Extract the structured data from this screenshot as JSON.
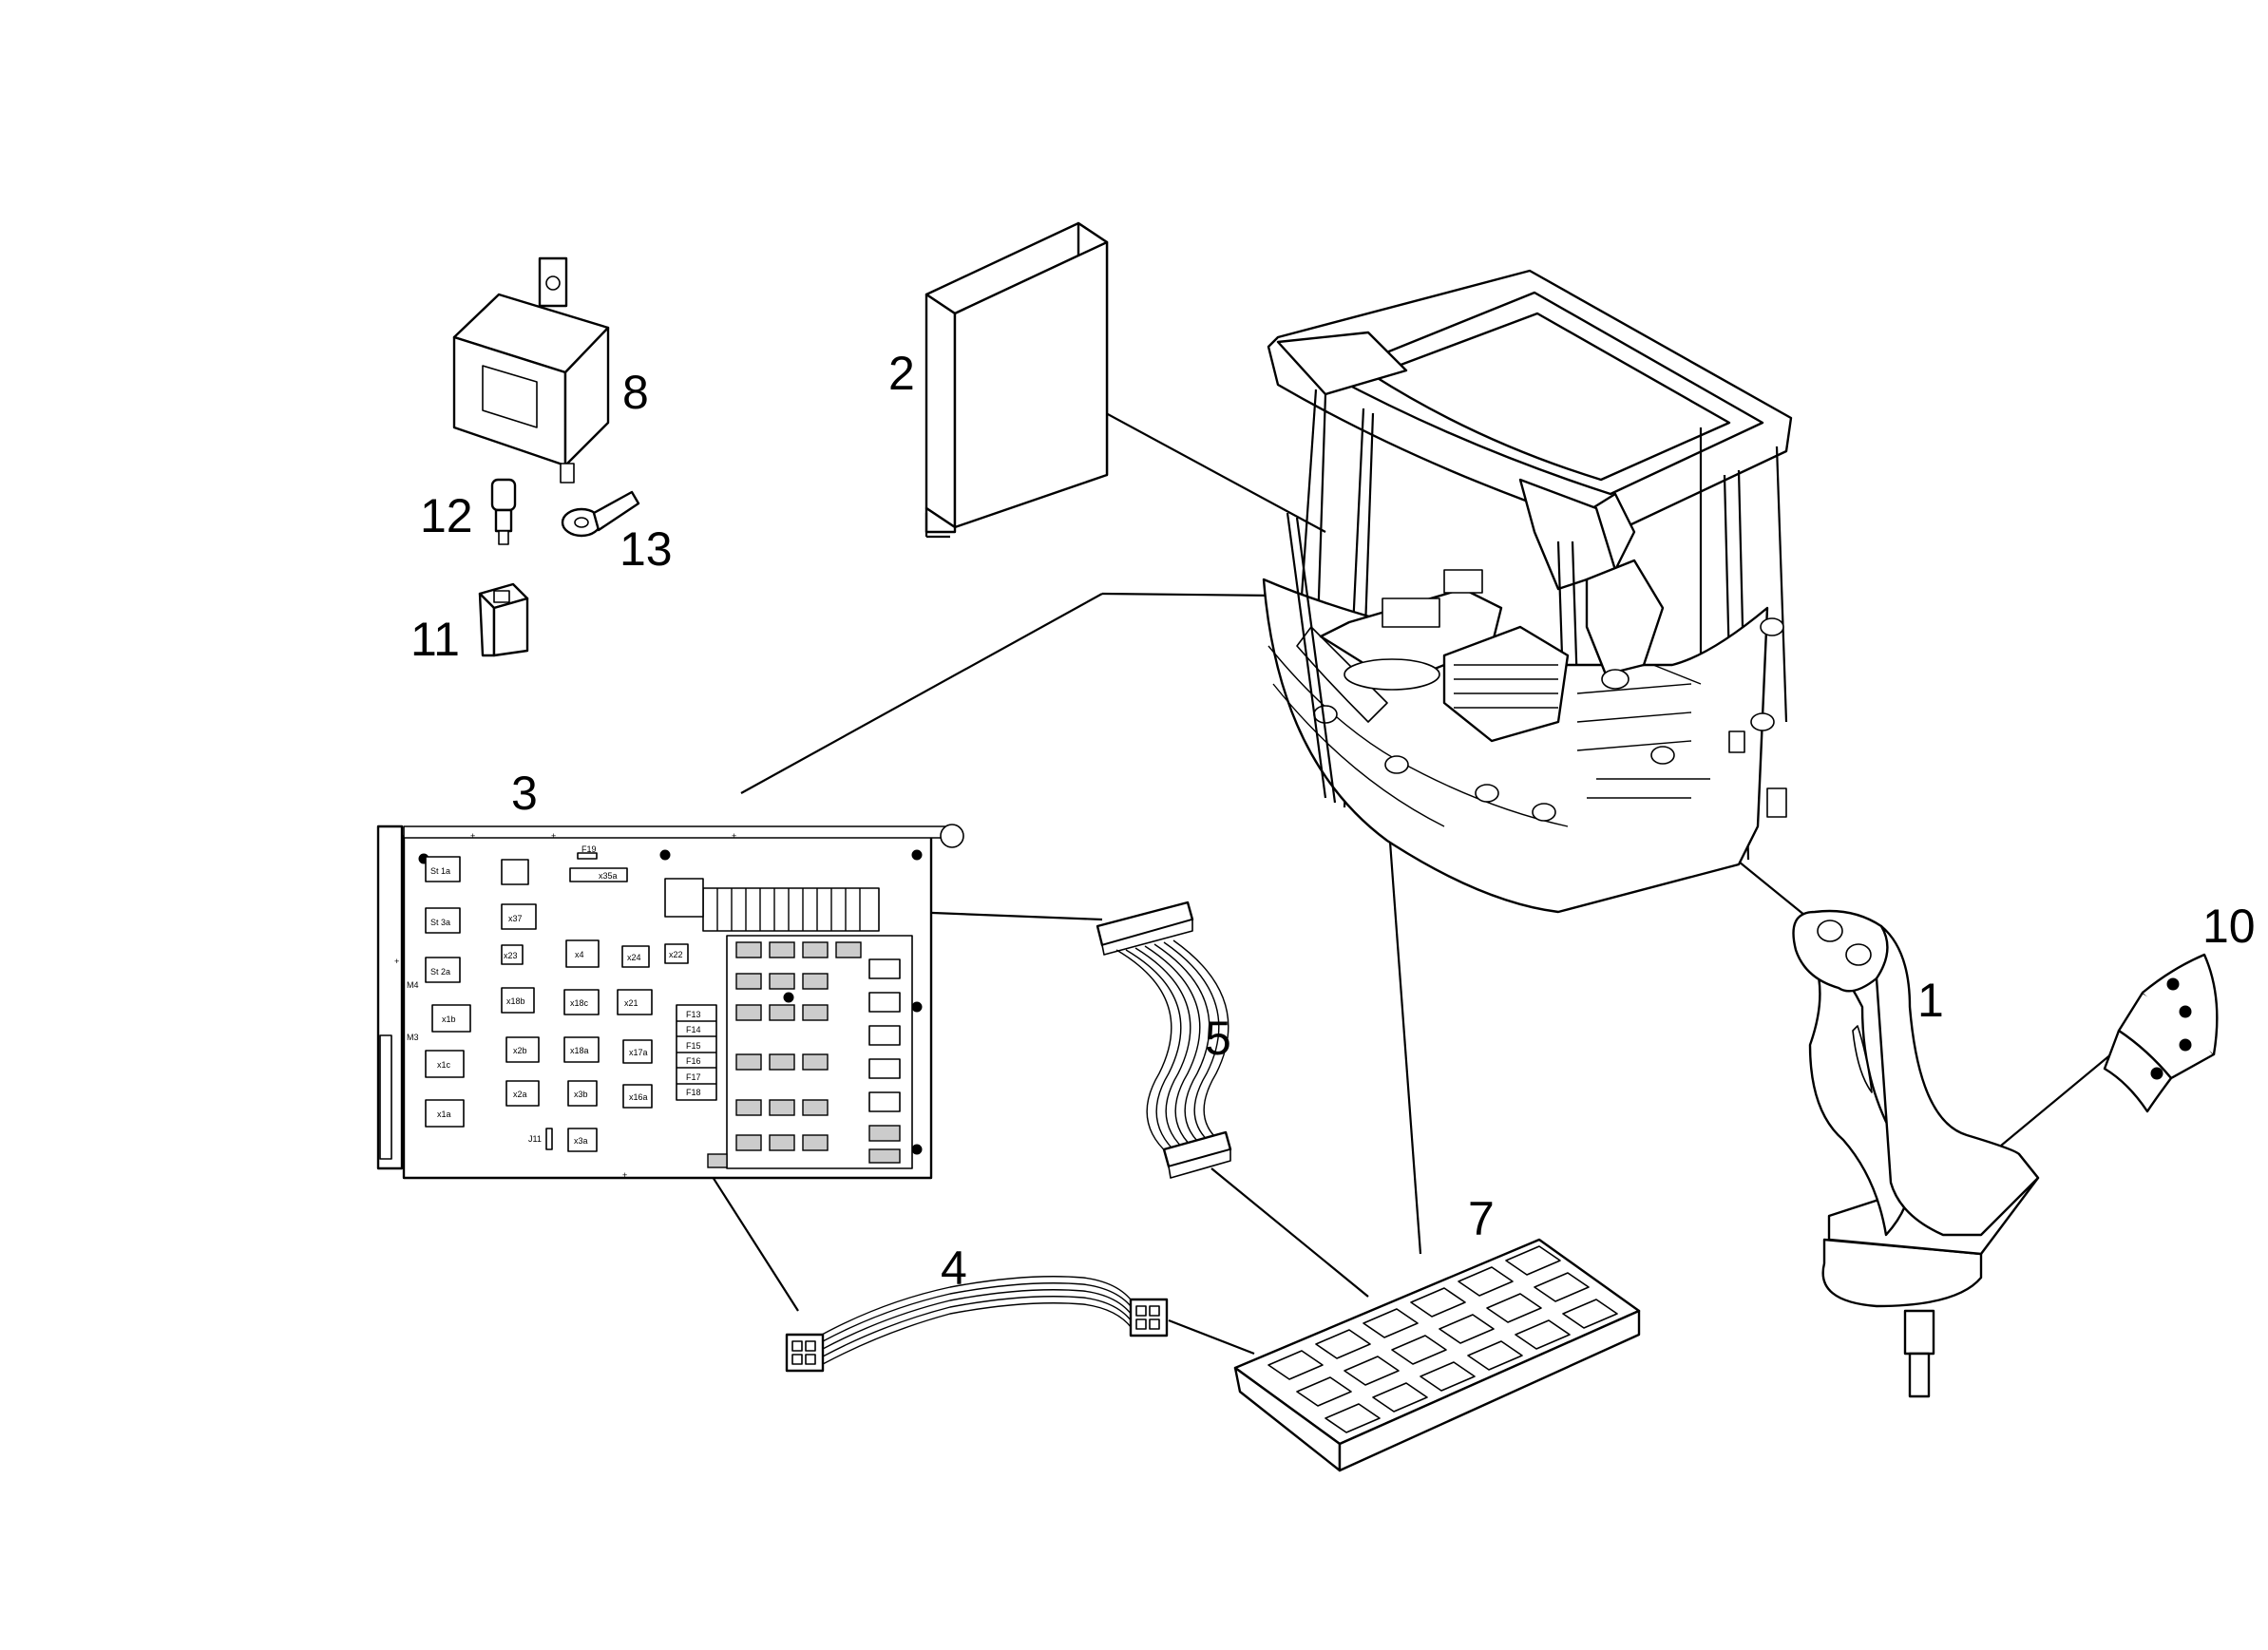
{
  "callouts": [
    {
      "id": "1",
      "label": "1"
    },
    {
      "id": "2",
      "label": "2"
    },
    {
      "id": "3",
      "label": "3"
    },
    {
      "id": "4",
      "label": "4"
    },
    {
      "id": "5",
      "label": "5"
    },
    {
      "id": "7",
      "label": "7"
    },
    {
      "id": "8",
      "label": "8"
    },
    {
      "id": "10",
      "label": "10"
    },
    {
      "id": "11",
      "label": "11"
    },
    {
      "id": "12",
      "label": "12"
    },
    {
      "id": "13",
      "label": "13"
    }
  ],
  "pcb_labels": {
    "st1a": "St 1a",
    "st3a": "St 3a",
    "st2a": "St 2a",
    "x1b": "x1b",
    "x1c": "x1c",
    "x1a": "x1a",
    "x37": "x37",
    "x23": "x23",
    "x18b": "x18b",
    "x2b": "x2b",
    "x2a": "x2a",
    "x4": "x4",
    "x18c": "x18c",
    "x18a": "x18a",
    "x3b": "x3b",
    "x3a": "x3a",
    "x24": "x24",
    "x22": "x22",
    "x21": "x21",
    "x17a": "x17a",
    "x16a": "x16a",
    "x35a": "x35a",
    "j11": "J11",
    "m4": "M4",
    "m3": "M3",
    "f19": "F19",
    "f13": "F13",
    "f14": "F14",
    "f15": "F15",
    "f16": "F16",
    "f17": "F17",
    "f18": "F18"
  }
}
